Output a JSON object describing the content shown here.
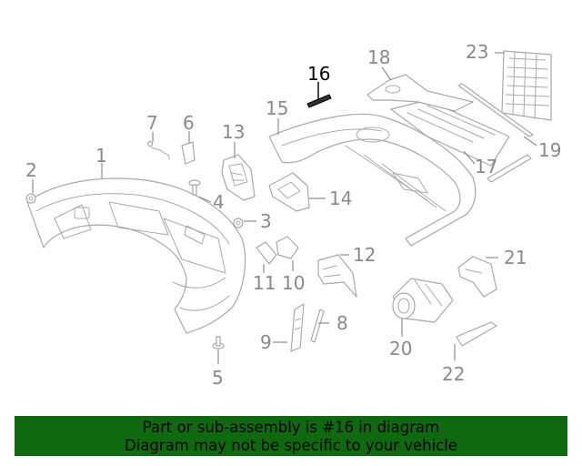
{
  "callouts": [
    {
      "id": "1",
      "label": "1"
    },
    {
      "id": "2",
      "label": "2"
    },
    {
      "id": "3",
      "label": "3"
    },
    {
      "id": "4",
      "label": "4"
    },
    {
      "id": "5",
      "label": "5"
    },
    {
      "id": "6",
      "label": "6"
    },
    {
      "id": "7",
      "label": "7"
    },
    {
      "id": "8",
      "label": "8"
    },
    {
      "id": "9",
      "label": "9"
    },
    {
      "id": "10",
      "label": "10"
    },
    {
      "id": "11",
      "label": "11"
    },
    {
      "id": "12",
      "label": "12"
    },
    {
      "id": "13",
      "label": "13"
    },
    {
      "id": "14",
      "label": "14"
    },
    {
      "id": "15",
      "label": "15"
    },
    {
      "id": "16",
      "label": "16",
      "highlighted": true
    },
    {
      "id": "17",
      "label": "17"
    },
    {
      "id": "18",
      "label": "18"
    },
    {
      "id": "19",
      "label": "19"
    },
    {
      "id": "20",
      "label": "20"
    },
    {
      "id": "21",
      "label": "21"
    },
    {
      "id": "22",
      "label": "22"
    },
    {
      "id": "23",
      "label": "23"
    }
  ],
  "banner": {
    "line1": "Part or sub-assembly is #16 in diagram",
    "line2": "Diagram may not be specific to your vehicle",
    "background": "#0f6a0f"
  },
  "colors": {
    "line": "#a9a9a9",
    "label": "#8a8a8a",
    "highlight": "#000000"
  }
}
